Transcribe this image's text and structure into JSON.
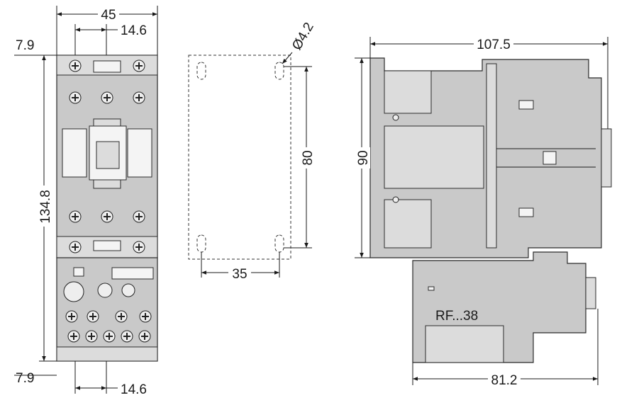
{
  "front_view": {
    "width": "45",
    "top_spacing": "14.6",
    "top_offset": "7.9",
    "height": "134.8",
    "bottom_offset": "7.9",
    "bottom_spacing": "14.6"
  },
  "mounting_pattern": {
    "hole_diameter": "Ø4.2",
    "vertical_spacing": "80",
    "horizontal_spacing": "35"
  },
  "side_view": {
    "depth": "107.5",
    "height": "90",
    "relay_depth": "81.2",
    "relay_label": "RF...38"
  }
}
